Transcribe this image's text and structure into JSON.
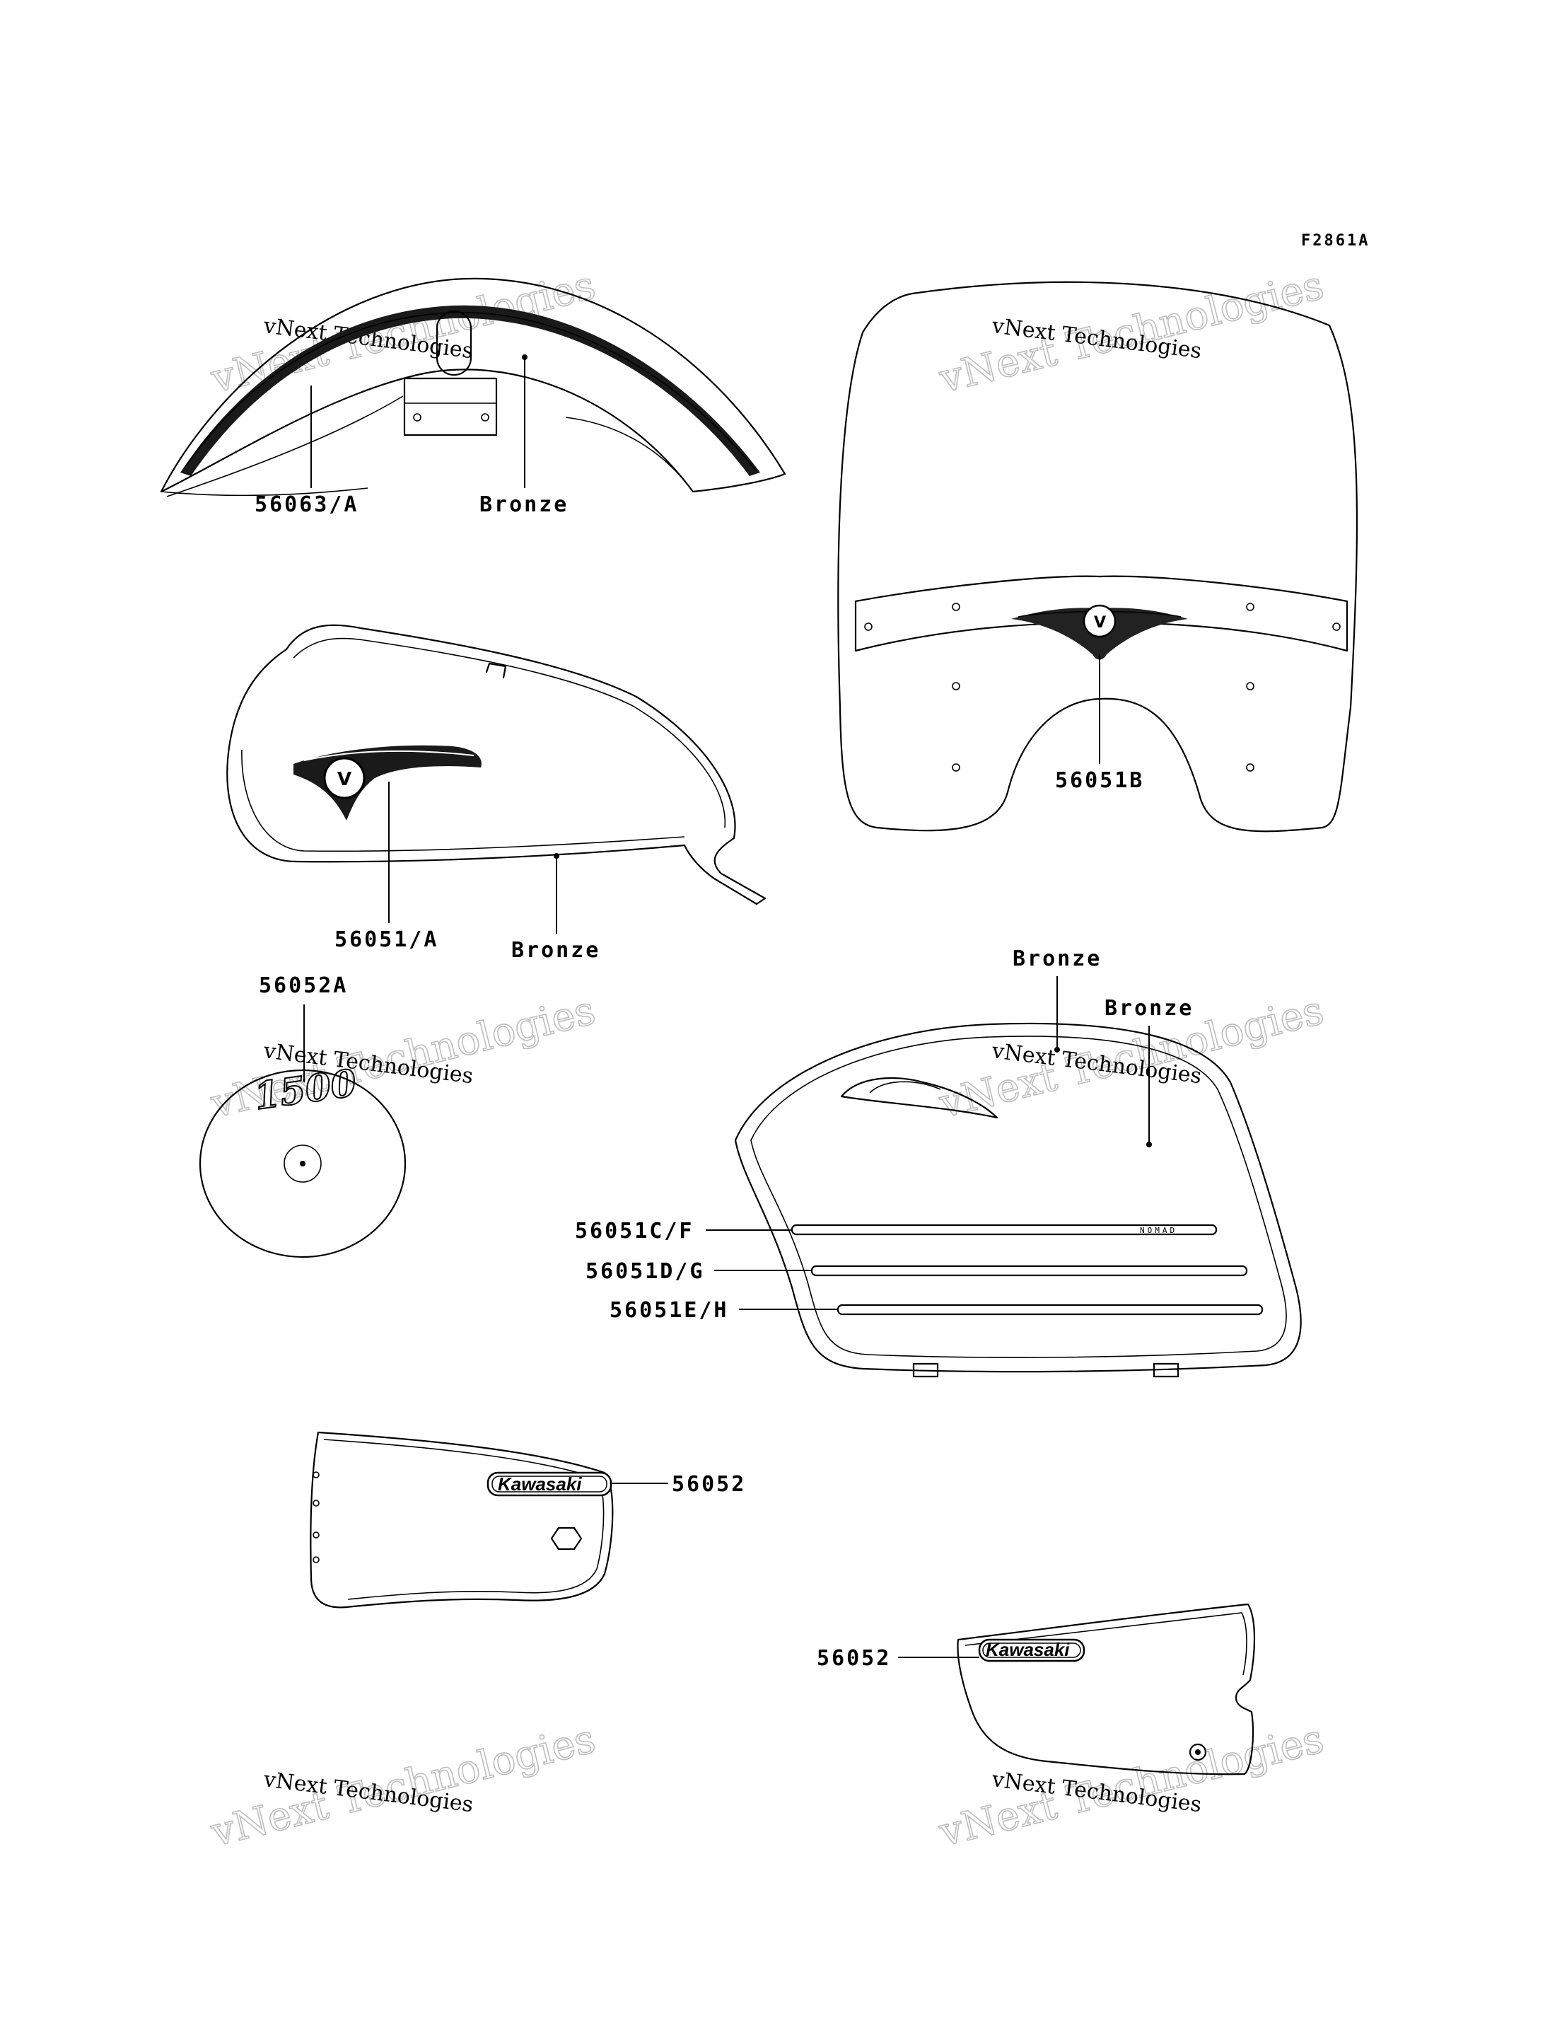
{
  "figure_code": "F2861A",
  "watermark": {
    "line1": "vNext Technologies",
    "line2": "vNext Technologies"
  },
  "labels": {
    "front_fender_decal": "56063/A",
    "front_fender_color": "Bronze",
    "windshield_emblem": "56051B",
    "tank_emblem": "56051/A",
    "tank_color": "Bronze",
    "engine_cover_emblem": "56052A",
    "saddlebag_color_top": "Bronze",
    "saddlebag_color_side": "Bronze",
    "saddlebag_stripe_1": "56051C/F",
    "saddlebag_stripe_2": "56051D/G",
    "saddlebag_stripe_3": "56051E/H",
    "left_side_cover_emblem": "56052",
    "right_side_cover_emblem": "56052"
  },
  "decals": {
    "kawasaki": "Kawasaki",
    "nomad": "NOMAD",
    "engine_logo": "1500",
    "v_badge": "V"
  }
}
